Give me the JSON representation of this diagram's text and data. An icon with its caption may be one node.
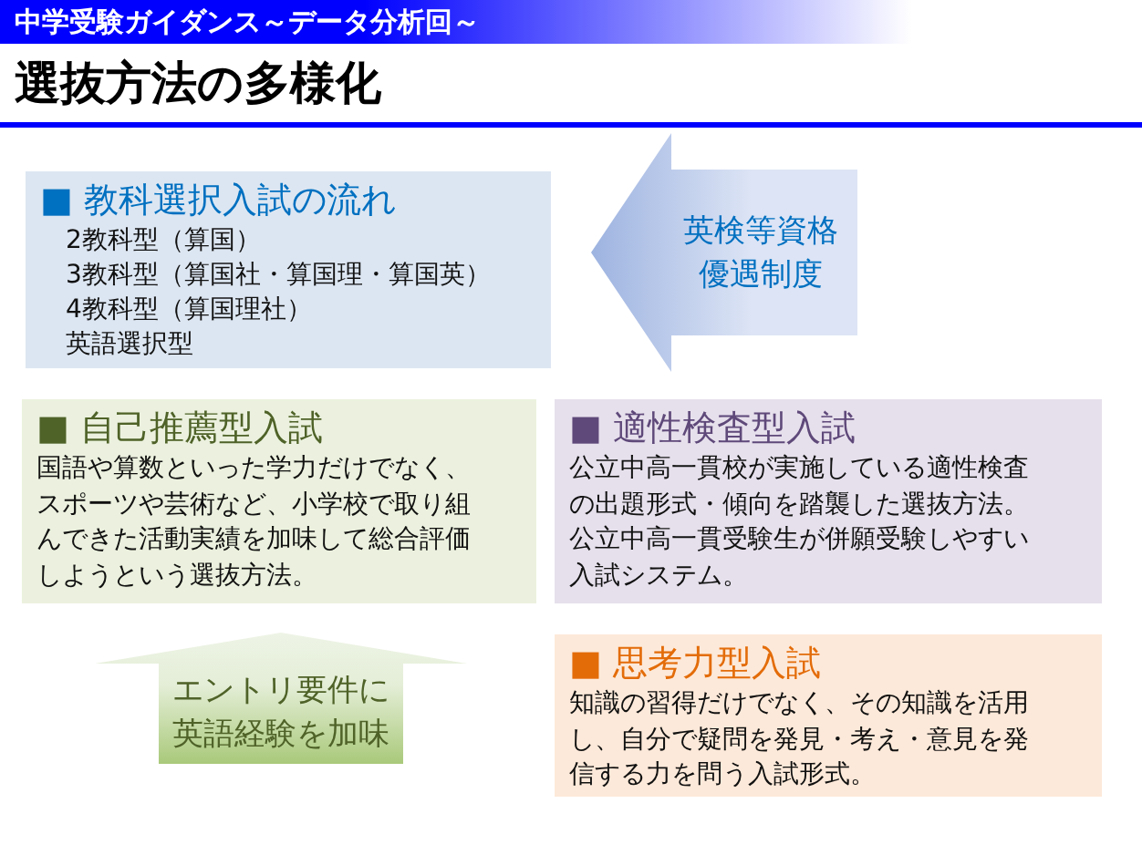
{
  "diagram": {
    "title": "選抜方法の多様化",
    "nodes": [
      {
        "text": [
          "■ 教科選択入試の流れ",
          "2教科型（算国）",
          "3教科型（算国社・算国理・算国英）",
          "4教科型（算国理社）",
          "英語選択型"
        ]
      },
      {
        "text": [
          "英検等資格優遇制度"
        ]
      },
      {
        "text": [
          "■ 自己推薦型入試",
          "国語や算数といった学力だけでなく、スポーツや芸術など、小学校で取り組んできた活動実績を加味して総合評価しようという選抜方法。"
        ]
      },
      {
        "text": [
          "■ 適性検査型入試",
          "公立中高一貫校が実施している適性検査の出題形式・傾向を踏襲した選抜方法。公立中高一貫受験生が併願受験しやすい入試システム。"
        ]
      },
      {
        "text": [
          "エントリ要件に英語経験を加味"
        ]
      },
      {
        "text": [
          "■ 思考力型入試",
          "知識の習得だけでなく、その知識を活用し、自分で疑問を発見・考え・意見を発信する力を問う入試形式。"
        ]
      }
    ],
    "labels": [
      "中学受験ガイダンス～データ分析回～"
    ]
  }
}
